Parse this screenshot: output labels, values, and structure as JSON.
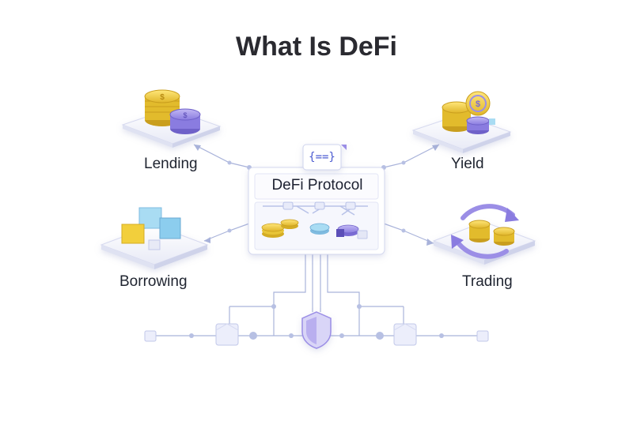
{
  "title": "What Is DeFi",
  "center": {
    "title": "DeFi Protocol",
    "code_glyph": "{==}"
  },
  "nodes": {
    "lending": "Lending",
    "yield": "Yield",
    "borrowing": "Borrowing",
    "trading": "Trading"
  },
  "colors": {
    "gold": "#f2cf3c",
    "purple": "#9b8ee6",
    "blue": "#9fd2ef",
    "line": "#a9b3da",
    "platform": "#f4f5fb"
  },
  "icons": [
    "code-icon",
    "coin-stack-icon",
    "cube-icon",
    "exchange-arrows-icon",
    "shield-icon"
  ]
}
